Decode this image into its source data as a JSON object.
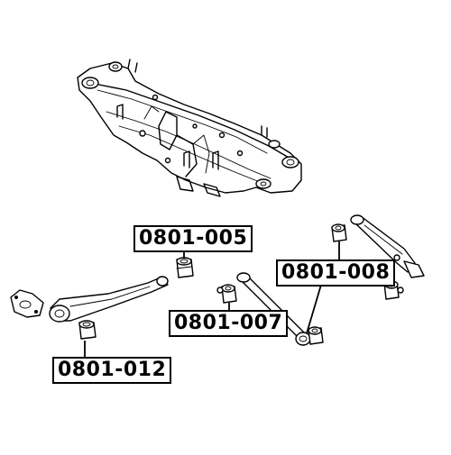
{
  "labels": {
    "part_005": "0801-005",
    "part_007": "0801-007",
    "part_008": "0801-008",
    "part_012": "0801-012"
  }
}
